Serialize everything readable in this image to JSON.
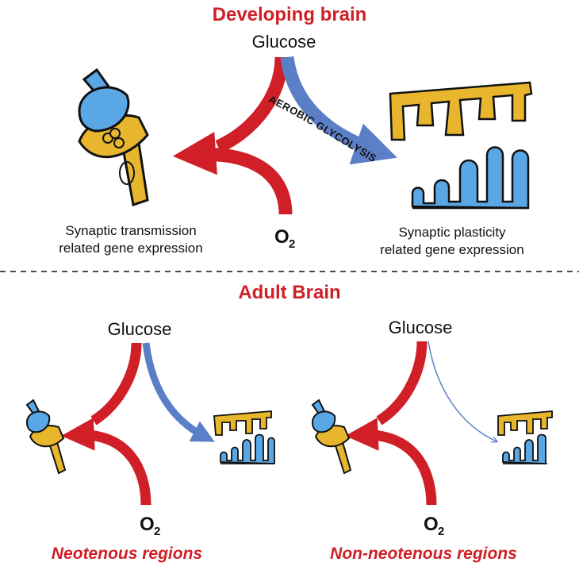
{
  "developing": {
    "title": "Developing brain",
    "glucose": "Glucose",
    "o2": "O",
    "o2_sub": "2",
    "aerobic": "AEROBIC GLYCOLYSIS",
    "caption_left_1": "Synaptic transmission",
    "caption_left_2": "related gene expression",
    "caption_right_1": "Synaptic plasticity",
    "caption_right_2": "related gene expression"
  },
  "adult": {
    "title": "Adult Brain",
    "left": {
      "glucose": "Glucose",
      "o2": "O",
      "o2_sub": "2",
      "region": "Neotenous regions"
    },
    "right": {
      "glucose": "Glucose",
      "o2": "O",
      "o2_sub": "2",
      "region": "Non-neotenous regions"
    }
  },
  "colors": {
    "red": "#d01f26",
    "blue": "#5b7fc7",
    "synapse_blue": "#5aa7e6",
    "synapse_yellow": "#e8b62c"
  }
}
